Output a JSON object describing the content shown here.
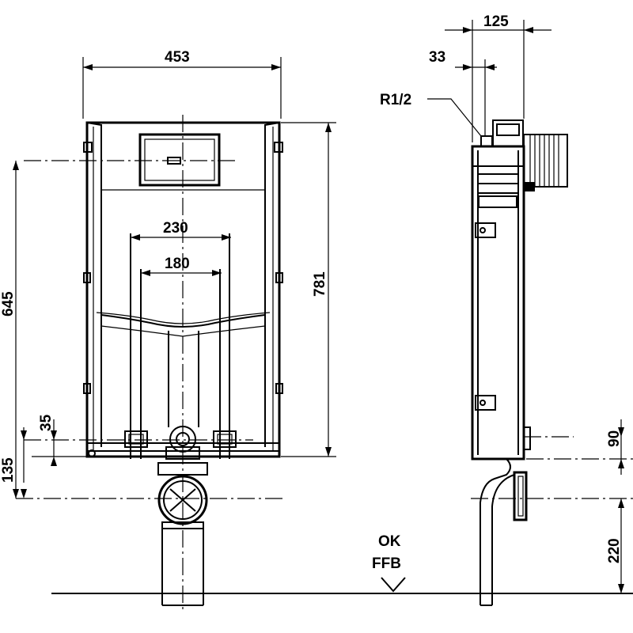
{
  "dimensions": {
    "front_width": "453",
    "outer_spacing": "230",
    "inner_spacing": "180",
    "height_total": "781",
    "height_center": "645",
    "stud_offset": "35",
    "drain_offset": "135",
    "side_depth": "125",
    "side_offset": "33",
    "side_stud_offset": "90",
    "side_floor_offset": "220"
  },
  "labels": {
    "thread": "R1/2",
    "floor_ok": "OK",
    "floor_ffb": "FFB"
  },
  "colors": {
    "line": "#000000",
    "background": "#ffffff"
  }
}
